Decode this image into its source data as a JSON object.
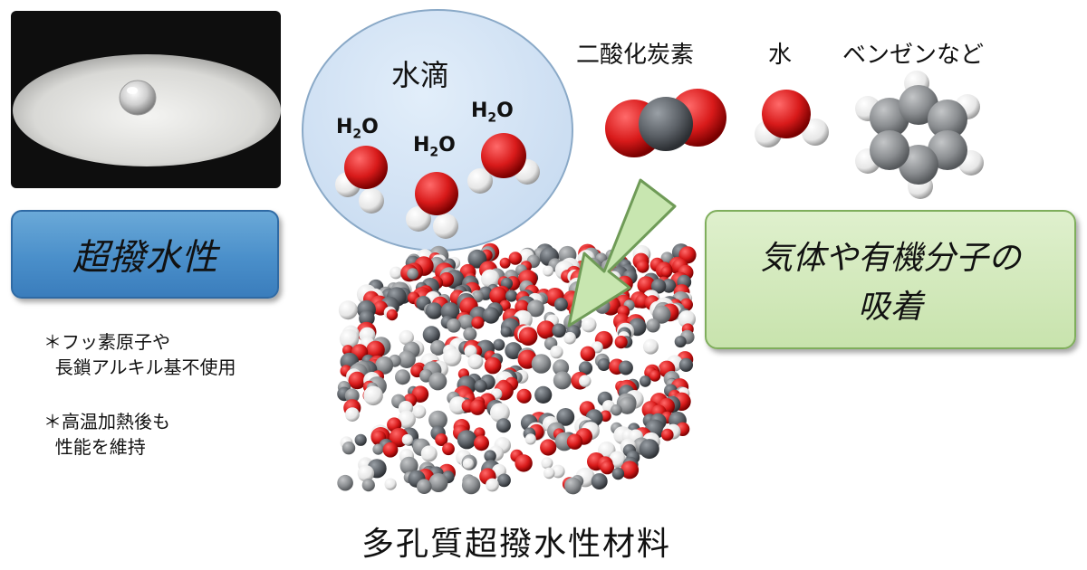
{
  "photo": {
    "caption": ""
  },
  "left_box": {
    "label": "超撥水性"
  },
  "notes": [
    {
      "text": "＊フッ素原子や\n  長鎖アルキル基不使用"
    },
    {
      "text": "＊高温加熱後も\n  性能を維持"
    }
  ],
  "droplet": {
    "title": "水滴",
    "molecules": [
      {
        "formula_main": "H",
        "formula_sub": "2",
        "formula_end": "O"
      },
      {
        "formula_main": "H",
        "formula_sub": "2",
        "formula_end": "O"
      },
      {
        "formula_main": "H",
        "formula_sub": "2",
        "formula_end": "O"
      }
    ]
  },
  "adsorbates": {
    "co2_label": "二酸化炭素",
    "water_label": "水",
    "benzene_label": "ベンゼンなど"
  },
  "right_box": {
    "line1": "気体や有機分子の",
    "line2": "吸着"
  },
  "material_title": "多孔質超撥水性材料",
  "colors": {
    "oxygen": "#d81a1a",
    "hydrogen": "#f2f2f2",
    "carbon": "#555a60",
    "nitrogen": "#4e5a86",
    "metal": "#8a1f4f",
    "arrow": "#c8e6b0",
    "blue_box": "#4a8fca",
    "green_box": "#d6eabf"
  }
}
